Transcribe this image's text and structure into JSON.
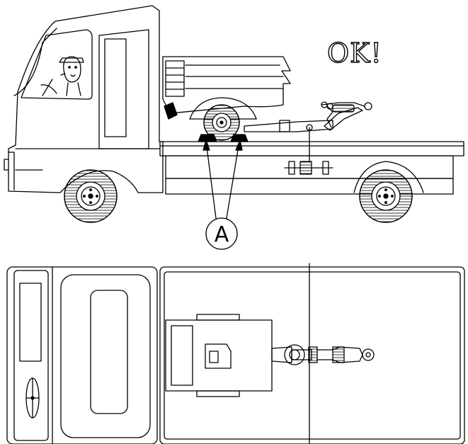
{
  "status_label": "OK!",
  "callout_label": "A",
  "colors": {
    "line": "#000000",
    "background": "#ffffff"
  },
  "icons": {
    "driver": "driver-figure",
    "wheel_chock": "wheel-chock-icon",
    "tow_hitch": "tow-hitch-icon"
  }
}
